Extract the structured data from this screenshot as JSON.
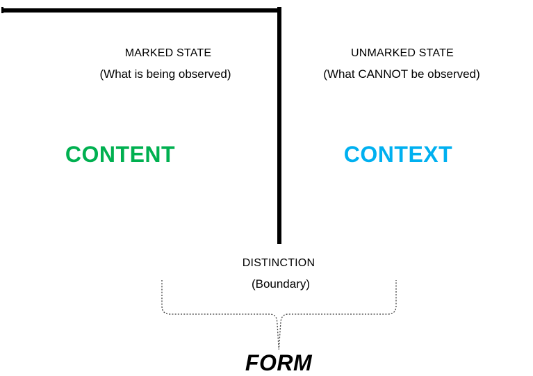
{
  "diagram": {
    "background": "#ffffff",
    "mark_color": "#000000",
    "brace_color": "#3f3f3f",
    "left_region": {
      "state_title": "MARKED STATE",
      "state_subtitle": "(What is being observed)",
      "label": "CONTENT",
      "label_color": "#00b050"
    },
    "right_region": {
      "state_title": "UNMARKED STATE",
      "state_subtitle": "(What CANNOT be observed)",
      "label": "CONTEXT",
      "label_color": "#00b0f0"
    },
    "boundary": {
      "title": "DISTINCTION",
      "subtitle": "(Boundary)"
    },
    "form": {
      "label": "FORM",
      "color": "#000000"
    }
  }
}
